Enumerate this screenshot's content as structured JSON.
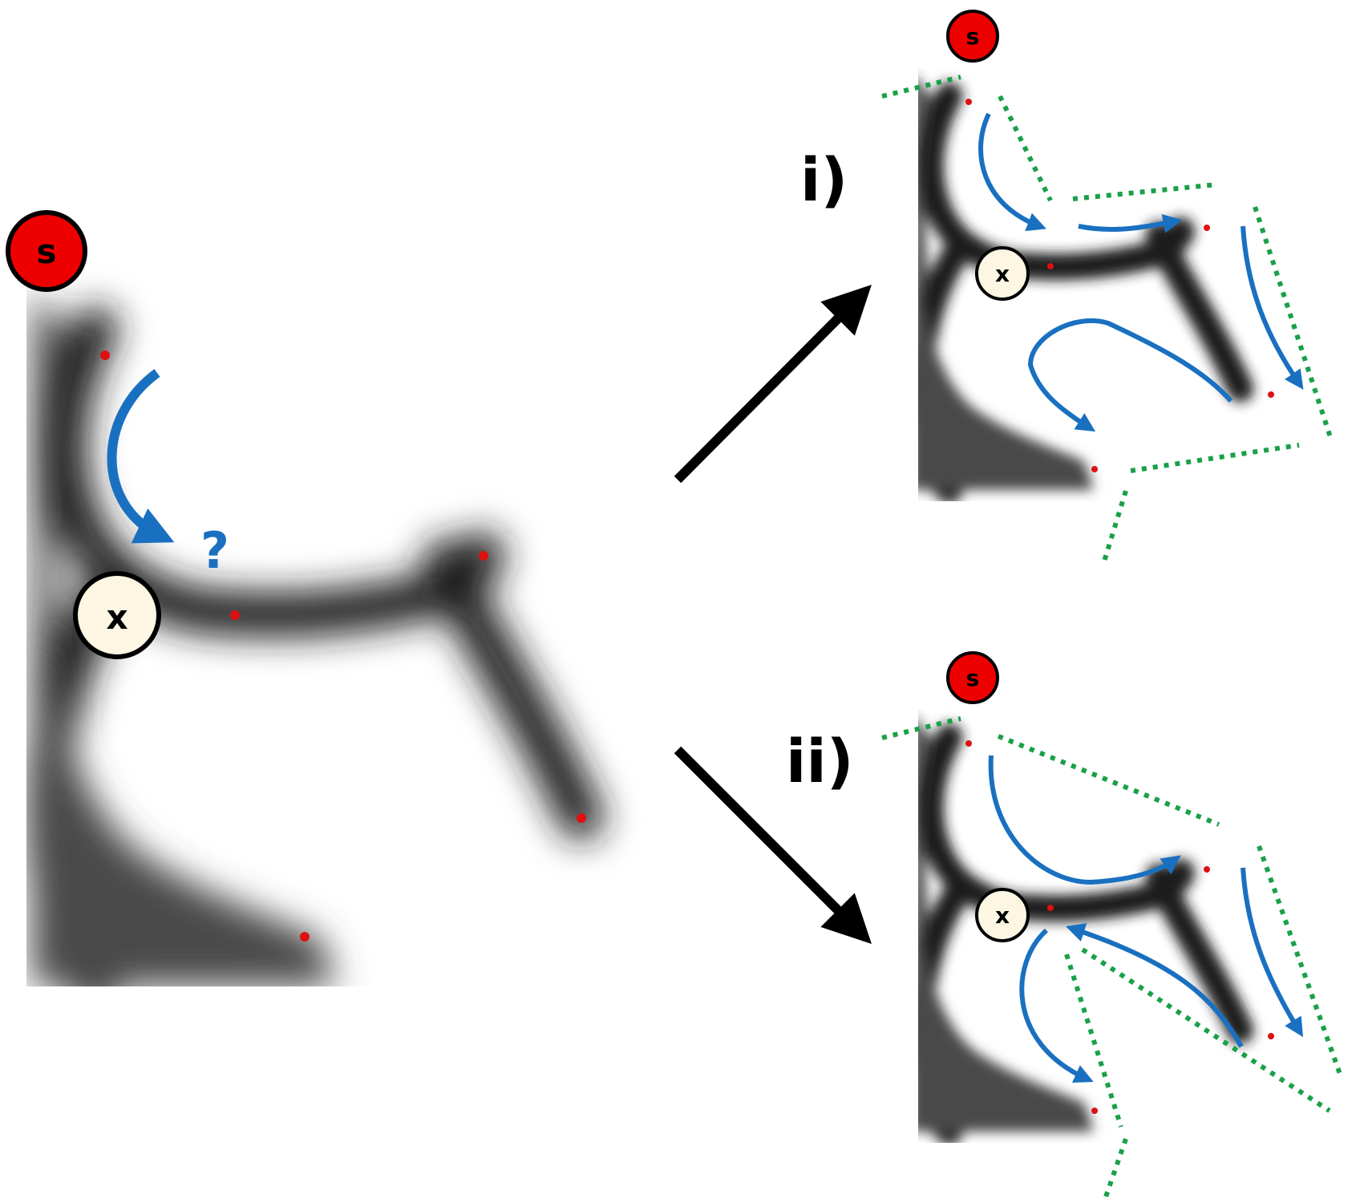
{
  "labels": {
    "start": "s",
    "current": "x",
    "question": "?",
    "option_one": "i)",
    "option_two": "ii)"
  },
  "colors": {
    "start_node": "#ee0000",
    "current_node": "#fdf6e3",
    "flow_arrow": "#1a70c0",
    "boundary_dots": "#1aa048",
    "keypoint": "#dd1111",
    "branch_arrow": "#000000"
  },
  "panels": [
    {
      "id": "main",
      "description_key": "large"
    },
    {
      "id": "option-i"
    },
    {
      "id": "option-ii"
    }
  ]
}
